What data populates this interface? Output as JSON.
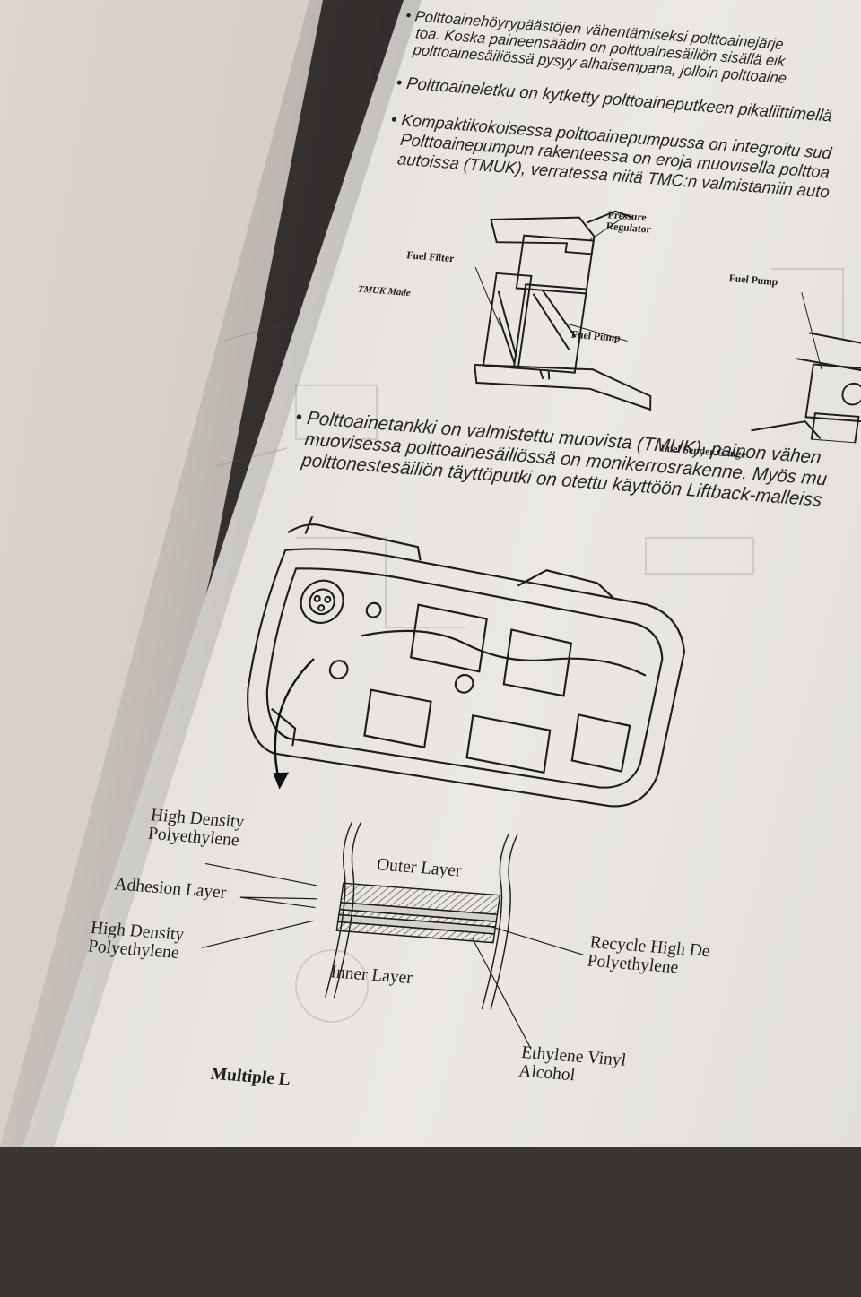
{
  "page": {
    "bullets": [
      {
        "lines": [
          "Polttoainehöyrypäästöjen vähentämiseksi polttoainejärje",
          "toa. Koska paineensäädin on polttoainesäiliön sisällä eik",
          "polttoainesäiliössä pysyy alhaisempana, jolloin polttoaine"
        ]
      },
      {
        "lines": [
          "Polttoaineletku on kytketty polttoaineputkeen pikaliittimellä"
        ]
      },
      {
        "lines": [
          "Kompaktikokoisessa polttoainepumpussa on integroitu sud",
          "Polttoainepumpun rakenteessa on eroja muovisella polttoa",
          "autoissa (TMUK), verratessa niitä TMC:n valmistamiin auto"
        ]
      },
      {
        "lines": [
          "Polttoainetankki on valmistettu muovista (TMUK), painon vähen",
          "muovisessa polttoainesäiliössä on monikerrosrakenne. Myös mu",
          "polttonestesäiliön täyttöputki on otettu käyttöön Liftback-malleiss"
        ]
      }
    ],
    "pump_diagram": {
      "tmuk_label": "TMUK Made",
      "pressure_regulator": [
        "Pressure",
        "Regulator"
      ],
      "fuel_filter": "Fuel Filter",
      "fuel_pump_left": "Fuel Pump",
      "fuel_pump_right": "Fuel Pump",
      "fuel_sender_gauge": "Fuel Sender Gauge"
    },
    "tank_diagram": {
      "hdpe_top": [
        "High Density",
        "Polyethylene"
      ],
      "adhesion": "Adhesion Layer",
      "hdpe_bottom": [
        "High Density",
        "Polyethylene"
      ],
      "outer_layer": "Outer Layer",
      "inner_layer": "Inner Layer",
      "recycle": [
        "Recycle High De",
        "Polyethylene"
      ],
      "evoh": [
        "Ethylene Vinyl",
        "Alcohol"
      ],
      "caption": "Multiple L"
    }
  },
  "colors": {
    "ink": "#262524",
    "paper_right": "#ebe8e4",
    "paper_left": "#d3cbc5"
  }
}
